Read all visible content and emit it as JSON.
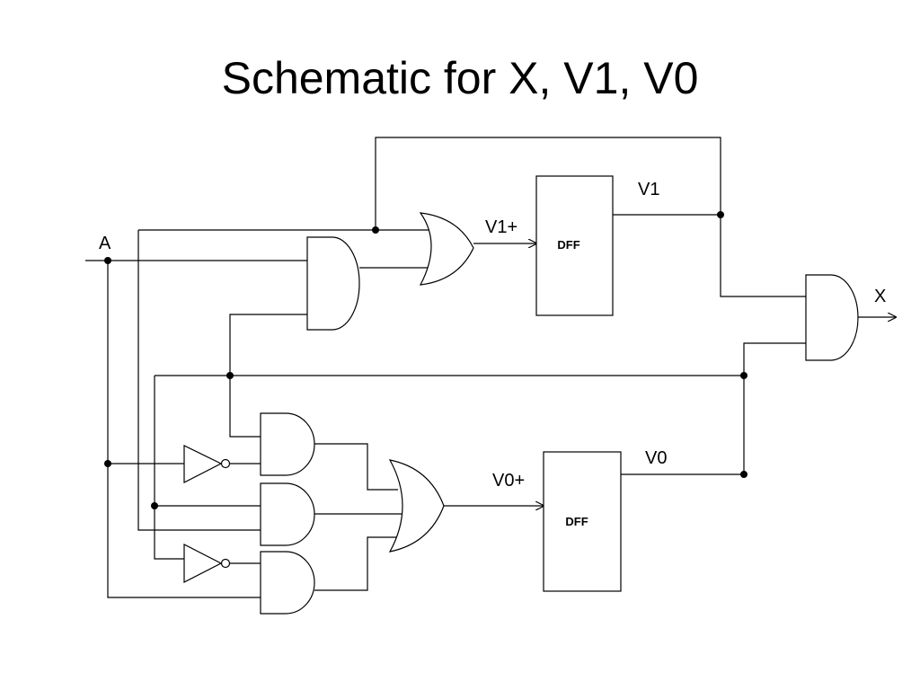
{
  "title": "Schematic for X, V1, V0",
  "labels": {
    "input_a": "A",
    "v1": "V1",
    "v1_next": "V1+",
    "v0": "V0",
    "v0_next": "V0+",
    "output_x": "X",
    "dff_top": "DFF",
    "dff_bottom": "DFF"
  },
  "colors": {
    "line": "#000000",
    "background": "#ffffff"
  }
}
